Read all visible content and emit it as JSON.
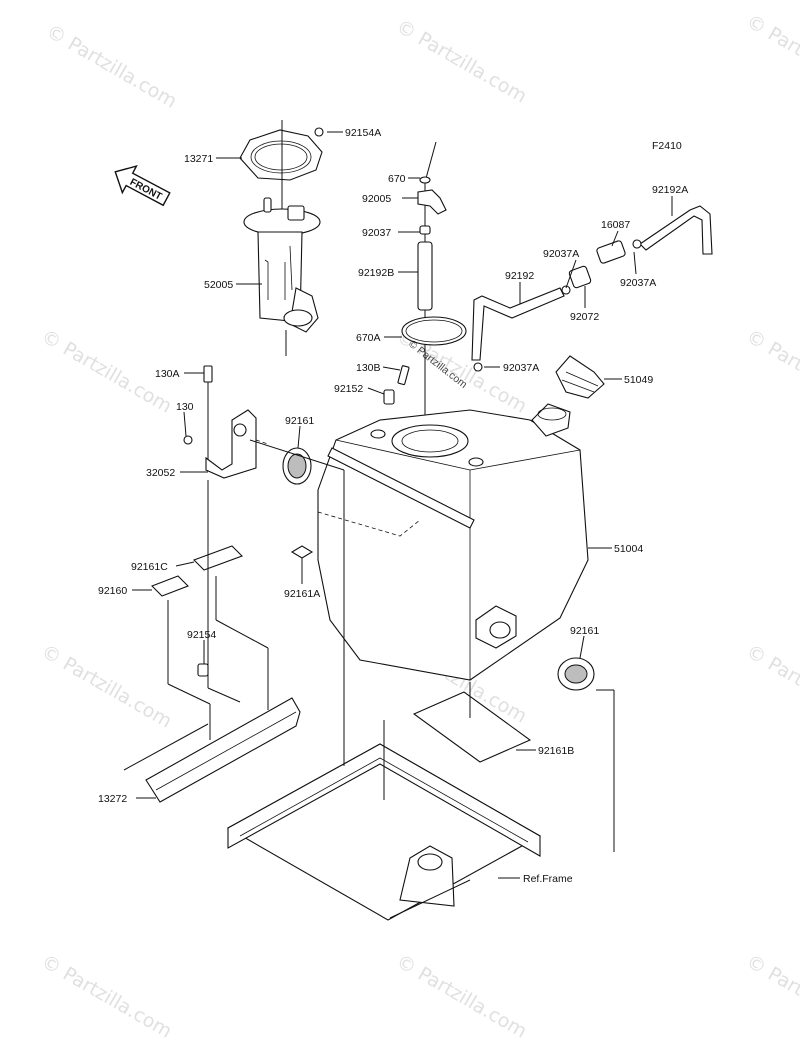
{
  "figure_code": "F2410",
  "front_label": "FRONT",
  "watermark": "© Partzilla.com",
  "reference_label": "Ref.Frame",
  "parts": {
    "p92154A": "92154A",
    "p13271": "13271",
    "p670": "670",
    "p92005": "92005",
    "p92037": "92037",
    "p92192B": "92192B",
    "p52005": "52005",
    "p670A": "670A",
    "p92192A": "92192A",
    "p16087": "16087",
    "p92037A_left": "92037A",
    "p92037A_right": "92037A",
    "p92192": "92192",
    "p92072": "92072",
    "p92037A_lower": "92037A",
    "p130B": "130B",
    "p92152": "92152",
    "p51049": "51049",
    "p130A": "130A",
    "p130": "130",
    "p92161_top": "92161",
    "p32052": "32052",
    "p51004": "51004",
    "p92161C": "92161C",
    "p92161A": "92161A",
    "p92160": "92160",
    "p92154": "92154",
    "p92161_bottom": "92161",
    "p92161B": "92161B",
    "p13272": "13272"
  }
}
